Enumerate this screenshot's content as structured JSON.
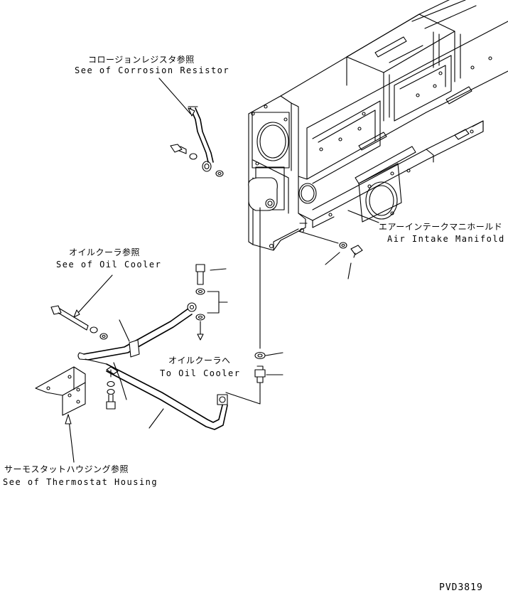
{
  "labels": {
    "corrosion_resistor": {
      "jp": "コロージョンレジスタ参照",
      "en": "See of Corrosion Resistor"
    },
    "air_intake_manifold": {
      "jp": "エアーインテークマニホールド",
      "en": "Air Intake Manifold"
    },
    "oil_cooler_ref": {
      "jp": "オイルクーラ参照",
      "en": "See of Oil Cooler"
    },
    "to_oil_cooler": {
      "jp": "オイルクーラへ",
      "en": "To Oil Cooler"
    },
    "thermostat_housing": {
      "jp": "サーモスタットハウジング参照",
      "en": "See of Thermostat Housing"
    }
  },
  "drawing_code": "PVD3819"
}
